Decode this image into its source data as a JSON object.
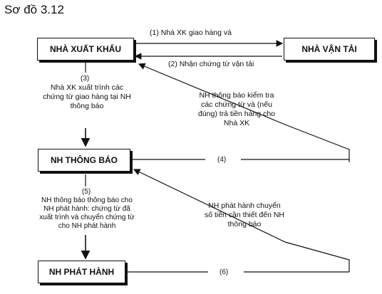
{
  "title": "Sơ đồ 3.12",
  "boxes": {
    "exporter": "NHÀ XUẤT KHẨU",
    "carrier": "NHÀ VẬN TẢI",
    "advising_bank": "NH THÔNG BÁO",
    "issuing_bank": "NH PHÁT HÀNH"
  },
  "edges": {
    "e1": "(1) Nhà XK giao hàng và",
    "e2": "(2) Nhận chứng từ vận tải",
    "e3_num": "(3)",
    "e3_text": [
      "Nhà XK xuất trình các",
      "chứng từ giao hàng tại NH",
      "thông báo"
    ],
    "e4_num": "(4)",
    "e4_text": [
      "NH thông báo kiểm tra",
      "các chứng từ và (nếu",
      "đúng) trả tiền hàng cho",
      "Nhà XK"
    ],
    "e5_num": "(5)",
    "e5_text": [
      "NH thông báo thông báo cho",
      "NH phát hành: chứng từ đã",
      "xuất trình và chuyển chứng từ",
      "cho NH phát hành"
    ],
    "e6_num": "(6)",
    "e6_text": [
      "NH phát hành chuyển",
      "số tiền cần thiết đến NH",
      "thông báo"
    ]
  }
}
